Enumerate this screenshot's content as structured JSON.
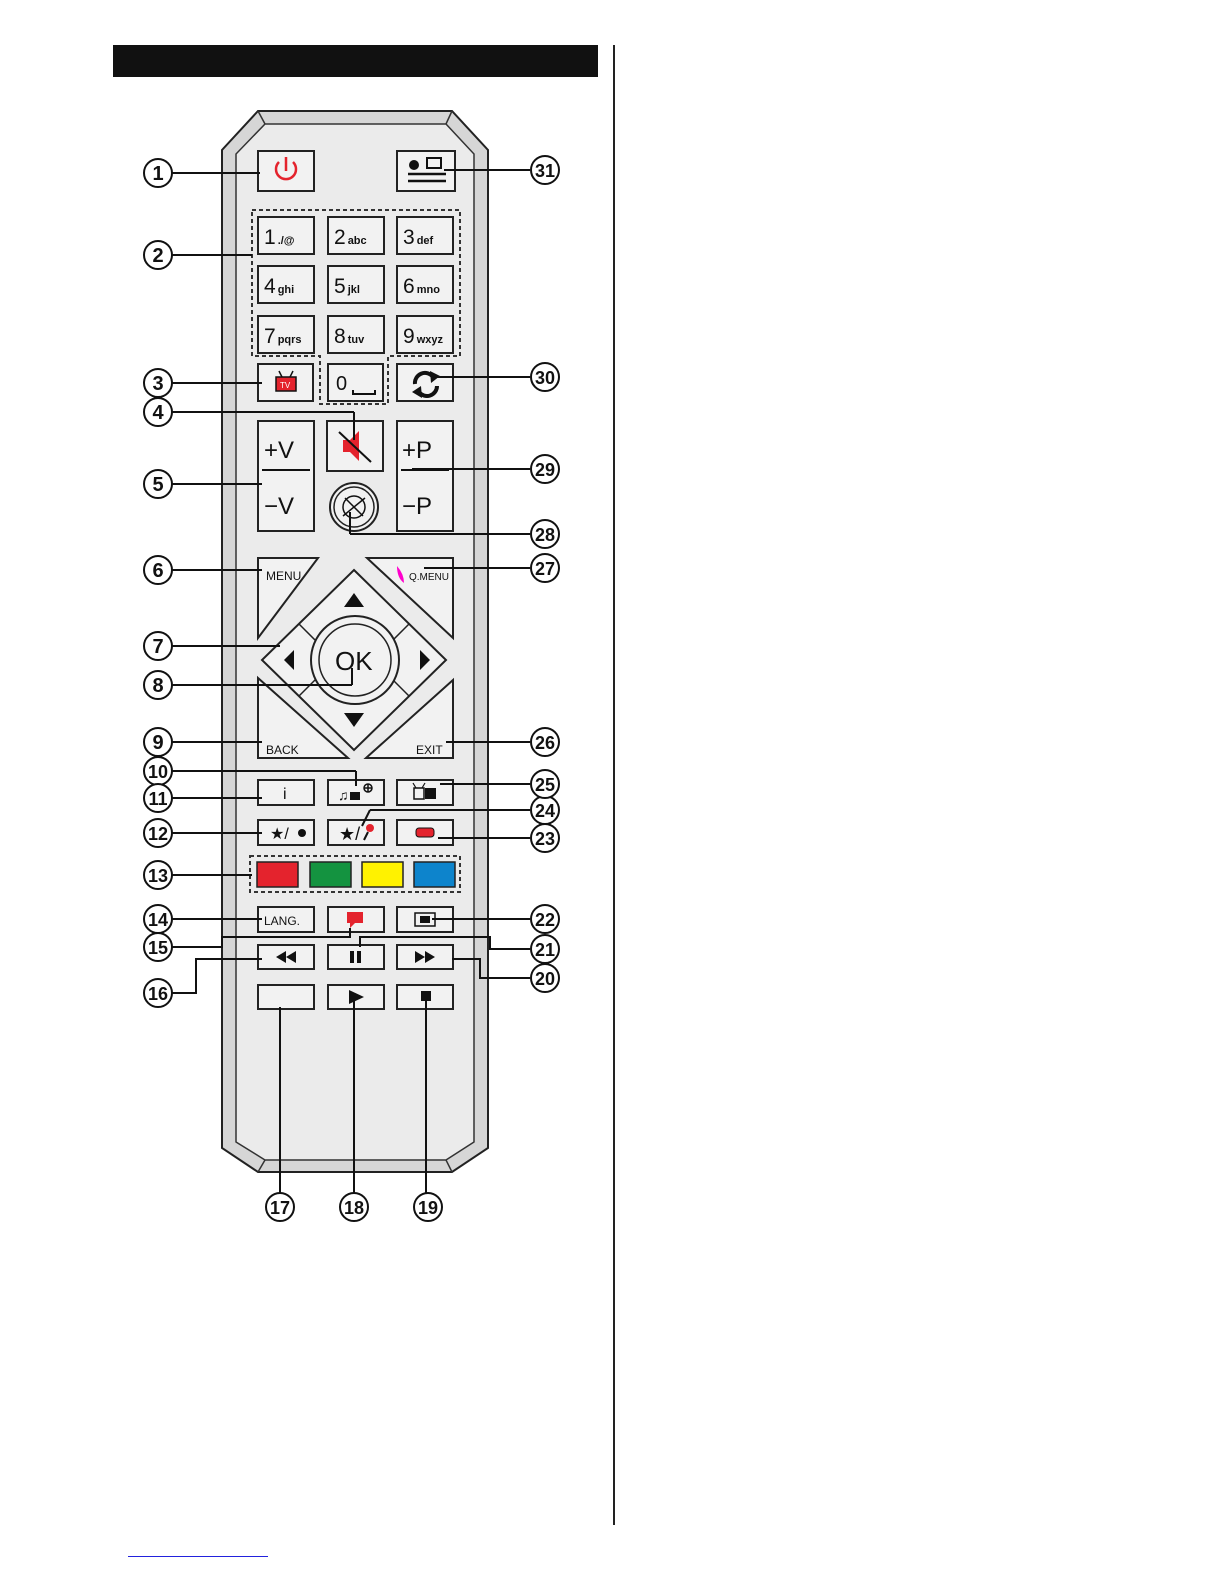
{
  "callouts": [
    "1",
    "2",
    "3",
    "4",
    "5",
    "6",
    "7",
    "8",
    "9",
    "10",
    "11",
    "12",
    "13",
    "14",
    "15",
    "16",
    "17",
    "18",
    "19",
    "20",
    "21",
    "22",
    "23",
    "24",
    "25",
    "26",
    "27",
    "28",
    "29",
    "30",
    "31"
  ],
  "keys": {
    "num": [
      {
        "d": "1",
        "s": "./@"
      },
      {
        "d": "2",
        "s": "abc"
      },
      {
        "d": "3",
        "s": "def"
      },
      {
        "d": "4",
        "s": "ghi"
      },
      {
        "d": "5",
        "s": "jkl"
      },
      {
        "d": "6",
        "s": "mno"
      },
      {
        "d": "7",
        "s": "pqrs"
      },
      {
        "d": "8",
        "s": "tuv"
      },
      {
        "d": "9",
        "s": "wxyz"
      }
    ],
    "zero": "0",
    "tv": "TV",
    "vol_up": "+V",
    "vol_down": "−V",
    "prog_up": "+P",
    "prog_down": "−P",
    "menu": "MENU",
    "qmenu": "Q.MENU",
    "ok": "OK",
    "back": "BACK",
    "exit": "EXIT",
    "info": "i",
    "lang": "LANG."
  },
  "colors": {
    "red": "#e4232d",
    "green": "#149340",
    "yellow": "#fff200",
    "blue": "#0d84cc",
    "power_red": "#e4232d",
    "qmenu_pink": "#ff00cc"
  }
}
